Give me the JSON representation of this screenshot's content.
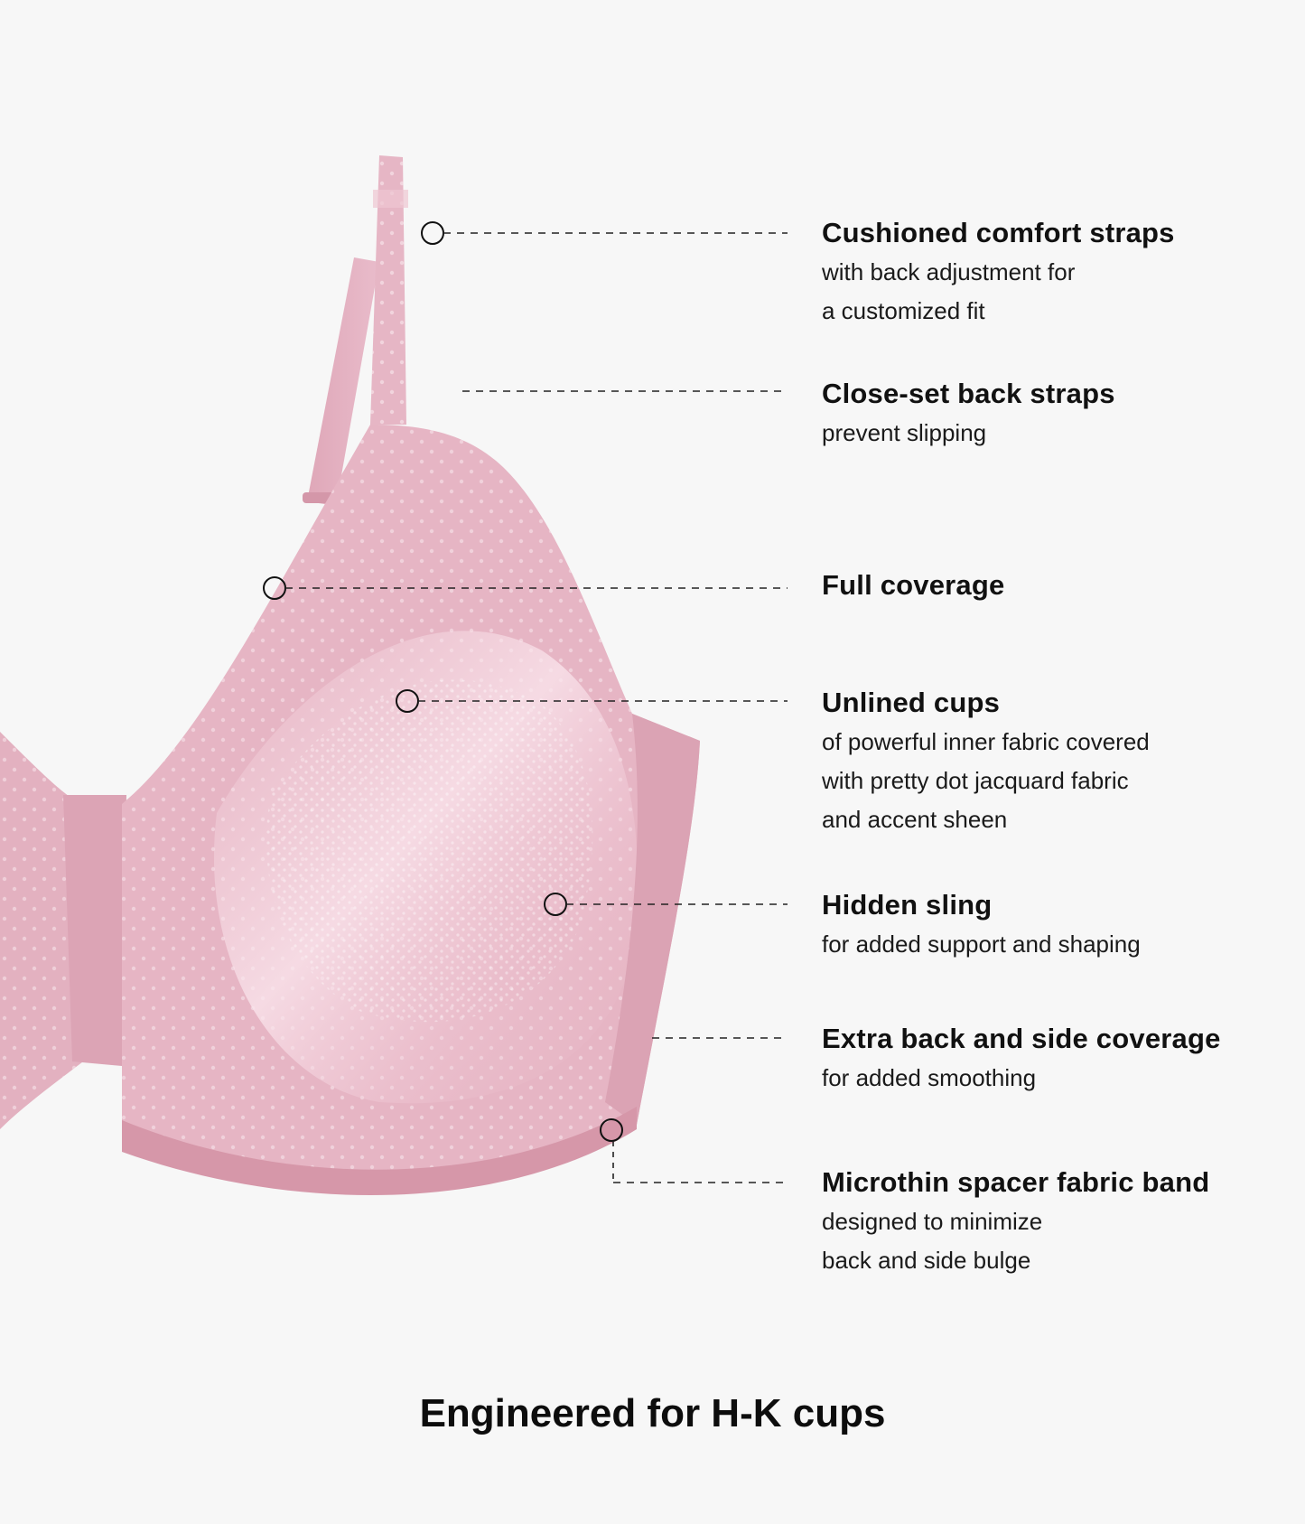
{
  "features": [
    {
      "id": "cushioned-comfort-straps",
      "title": "Cushioned comfort straps",
      "description": "with back adjustment for\na customized fit"
    },
    {
      "id": "close-set-back-straps",
      "title": "Close-set back straps",
      "description": "prevent slipping"
    },
    {
      "id": "full-coverage",
      "title": "Full coverage",
      "description": ""
    },
    {
      "id": "unlined-cups",
      "title": "Unlined cups",
      "description": "of powerful inner fabric covered\nwith pretty dot jacquard fabric\nand accent sheen"
    },
    {
      "id": "hidden-sling",
      "title": "Hidden sling",
      "description": "for added support and shaping"
    },
    {
      "id": "extra-back-side-coverage",
      "title": "Extra back and side coverage",
      "description": "for added smoothing"
    },
    {
      "id": "microthin-spacer-band",
      "title": "Microthin spacer fabric band",
      "description": "designed to minimize\nback and side bulge"
    }
  ],
  "tagline": "Engineered for H-K cups",
  "colors": {
    "background": "#f7f7f7",
    "fabric": "#e7b9c6",
    "fabric_shadow": "#d59fb0",
    "dots": "#fbeef2",
    "text": "#111111"
  }
}
